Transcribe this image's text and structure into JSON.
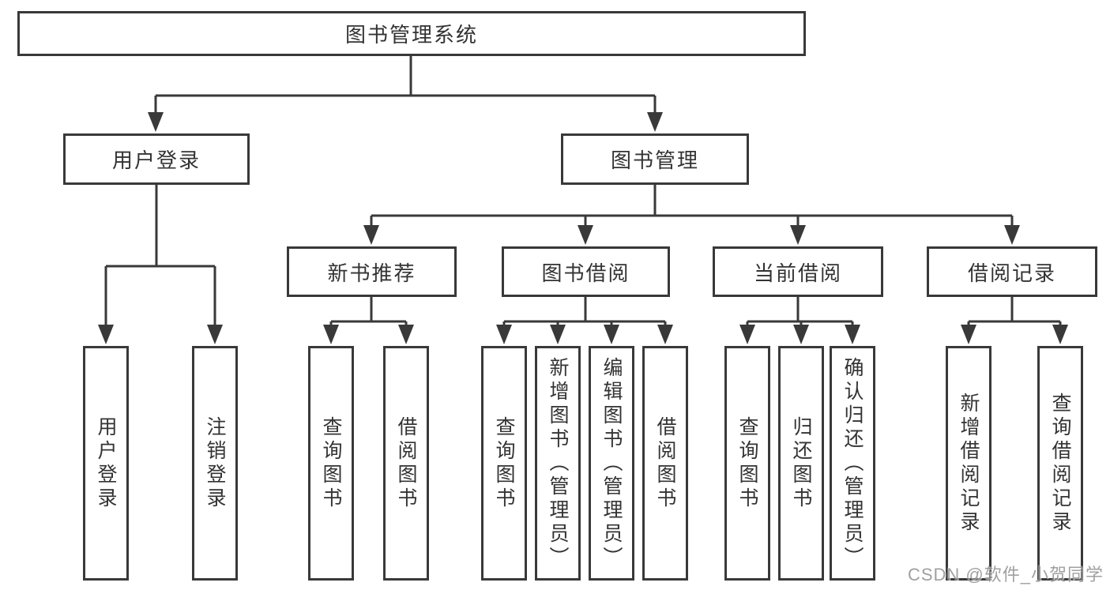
{
  "diagram": {
    "root": "图书管理系统",
    "branches": [
      {
        "label": "用户登录",
        "children": [
          "用户登录",
          "注销登录"
        ]
      },
      {
        "label": "图书管理",
        "groups": [
          {
            "label": "新书推荐",
            "children": [
              "查询图书",
              "借阅图书"
            ]
          },
          {
            "label": "图书借阅",
            "children": [
              "查询图书",
              "新增图书（管理员）",
              "编辑图书（管理员）",
              "借阅图书"
            ]
          },
          {
            "label": "当前借阅",
            "children": [
              "查询图书",
              "归还图书",
              "确认归还（管理员）"
            ]
          },
          {
            "label": "借阅记录",
            "children": [
              "新增借阅记录",
              "查询借阅记录"
            ]
          }
        ]
      }
    ]
  },
  "watermark": "CSDN @软件_小贺同学",
  "colors": {
    "line": "#393939",
    "text": "#333333",
    "watermark": "#909090",
    "background": "#ffffff"
  }
}
